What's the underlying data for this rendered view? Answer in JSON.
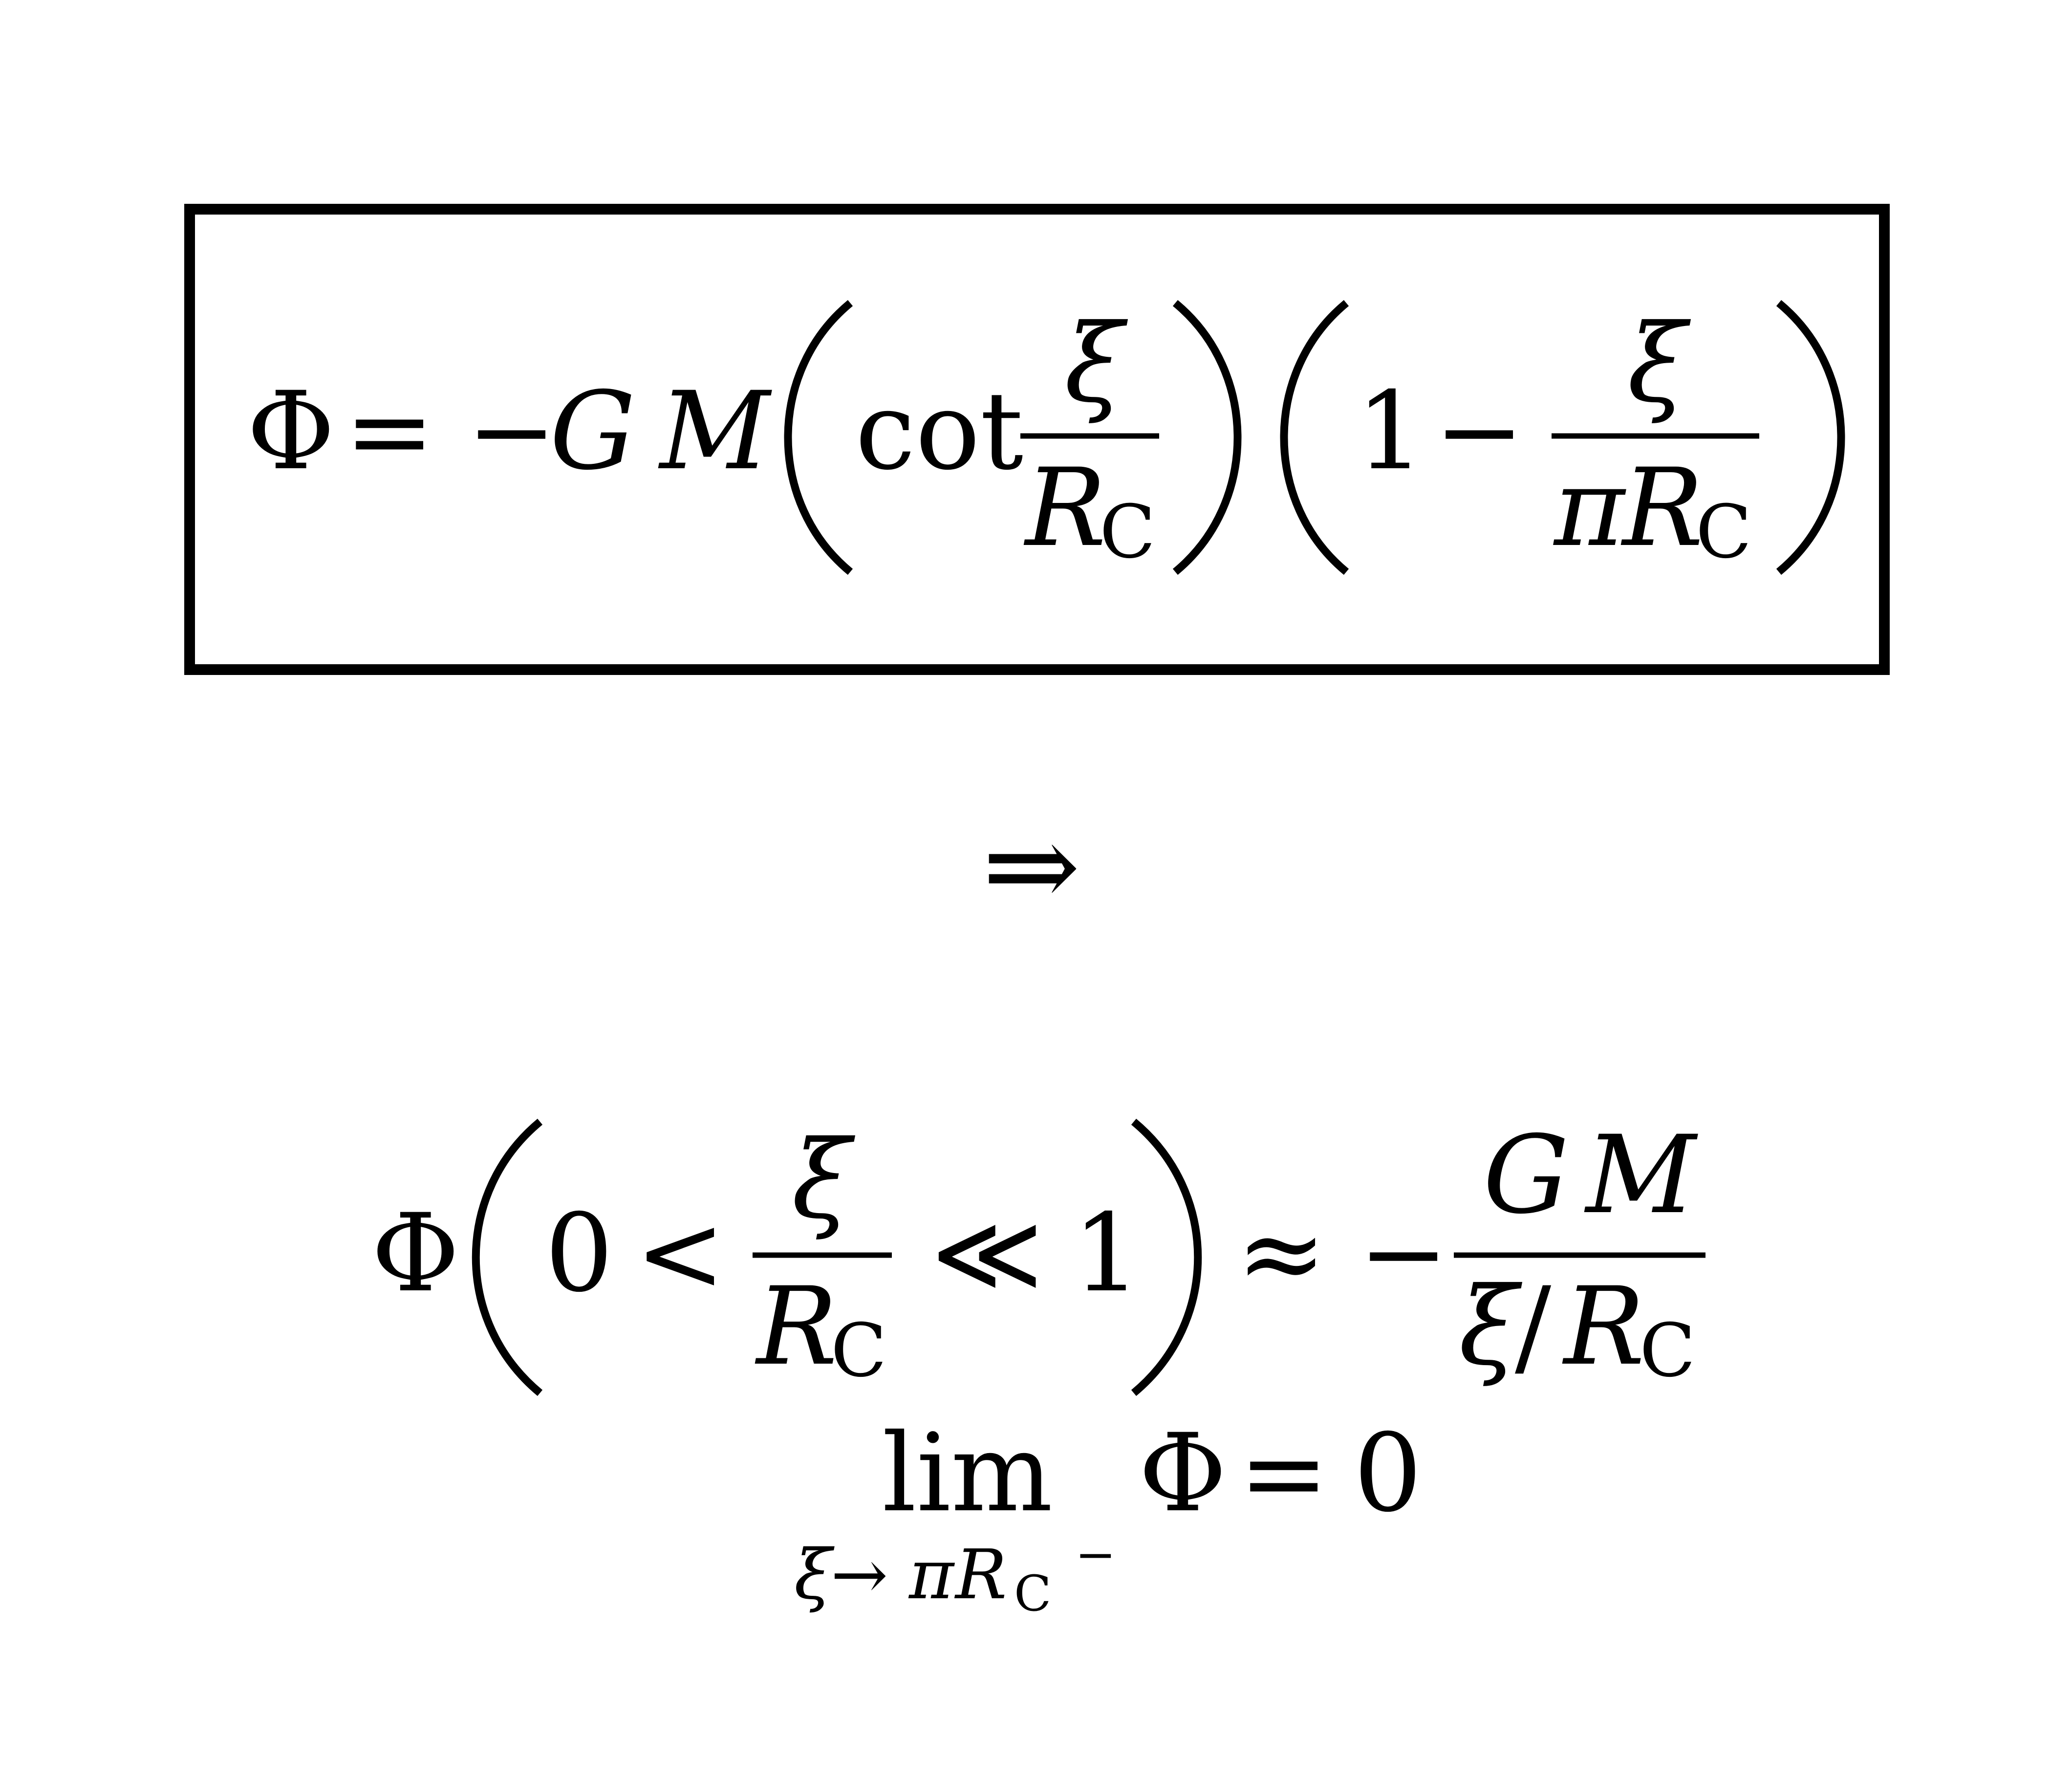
{
  "equation_1": {
    "phi": "Φ",
    "equals": "=",
    "minus": "−",
    "G": "G",
    "M": "M",
    "cot": "cot",
    "xi": "ξ",
    "R": "R",
    "C": "C",
    "one": "1",
    "pi": "π"
  },
  "implies": "⇒",
  "equation_2": {
    "phi": "Φ",
    "zero": "0",
    "lt": "<",
    "xi": "ξ",
    "R": "R",
    "C": "C",
    "ll": "≪",
    "one": "1",
    "approx": "≈",
    "minus": "−",
    "G": "G",
    "M": "M",
    "slash": "/"
  },
  "equation_3": {
    "lim": "lim",
    "sub_xi": "ξ",
    "sub_arrow": "→",
    "sub_pi": "π",
    "sub_R": "R",
    "sub_C": "C",
    "sub_minus": "−",
    "phi": "Φ",
    "equals": "=",
    "zero": "0"
  }
}
